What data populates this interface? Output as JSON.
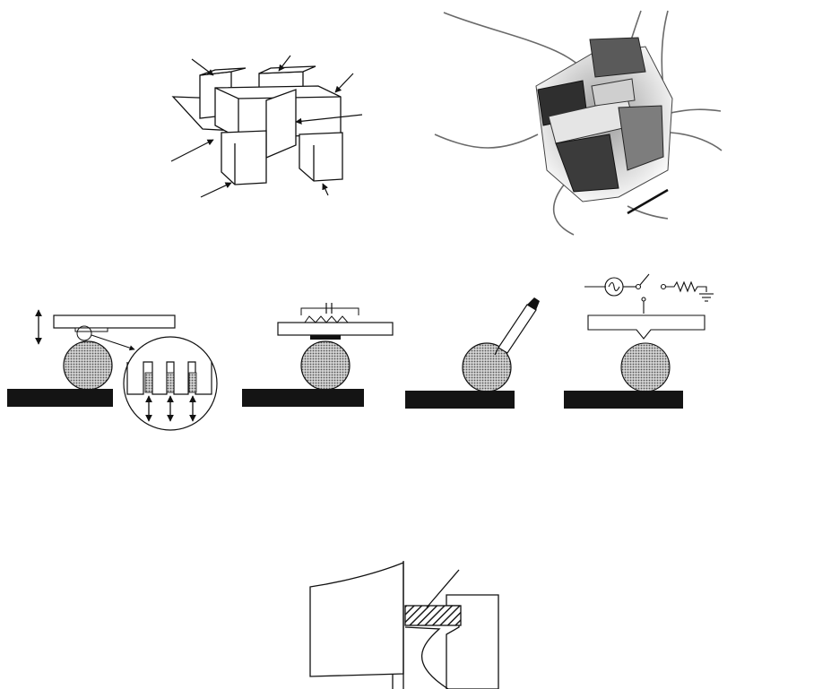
{
  "figure": {
    "panels": [
      {
        "id": "stacked-blocks",
        "kind": "line-drawing"
      },
      {
        "id": "device-photo",
        "kind": "photograph"
      },
      {
        "id": "method-mechanical",
        "kind": "schematic"
      },
      {
        "id": "method-heated-tool",
        "kind": "schematic"
      },
      {
        "id": "method-probe",
        "kind": "schematic"
      },
      {
        "id": "method-electrical",
        "kind": "schematic"
      },
      {
        "id": "joint-cross-section",
        "kind": "schematic"
      }
    ],
    "colors": {
      "ink": "#111111",
      "ground": "#141414",
      "sphere": "#bdbdbd",
      "hatch": "#1a1a1a",
      "paper": "#ffffff"
    }
  }
}
